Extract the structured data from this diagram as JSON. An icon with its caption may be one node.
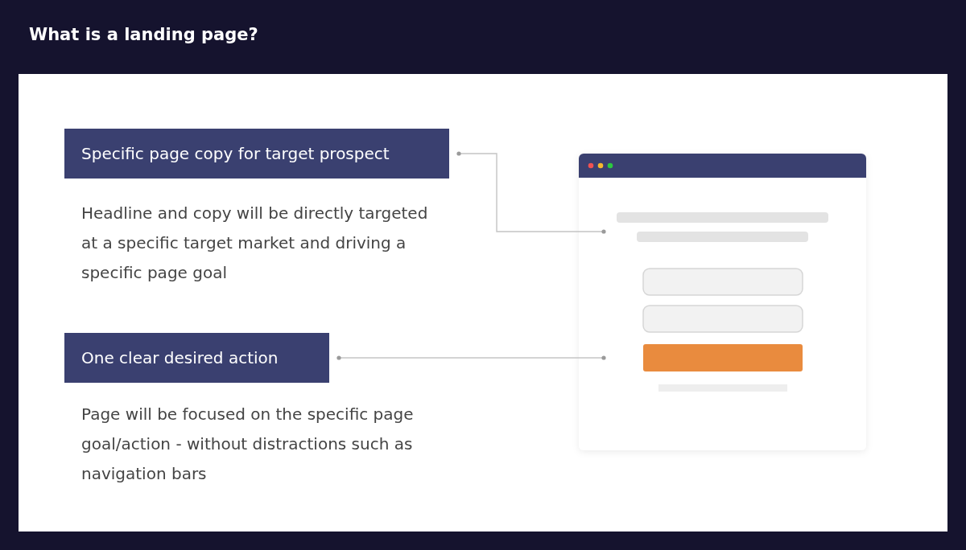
{
  "diagram": {
    "title": "What is a landing page?",
    "nodes": [
      {
        "text": [
          "Specific page copy for target prospect"
        ],
        "beside": [
          "Headline and copy will be directly targeted at a specific target market and driving a specific page goal"
        ]
      },
      {
        "text": [
          "One clear desired action"
        ],
        "beside": [
          "Page will be focused on the specific page goal/action - without distractions such as navigation bars"
        ]
      }
    ],
    "edges": [
      {
        "from": 0,
        "to": null,
        "arrow": "other"
      },
      {
        "from": 1,
        "to": null,
        "arrow": "other"
      }
    ]
  }
}
